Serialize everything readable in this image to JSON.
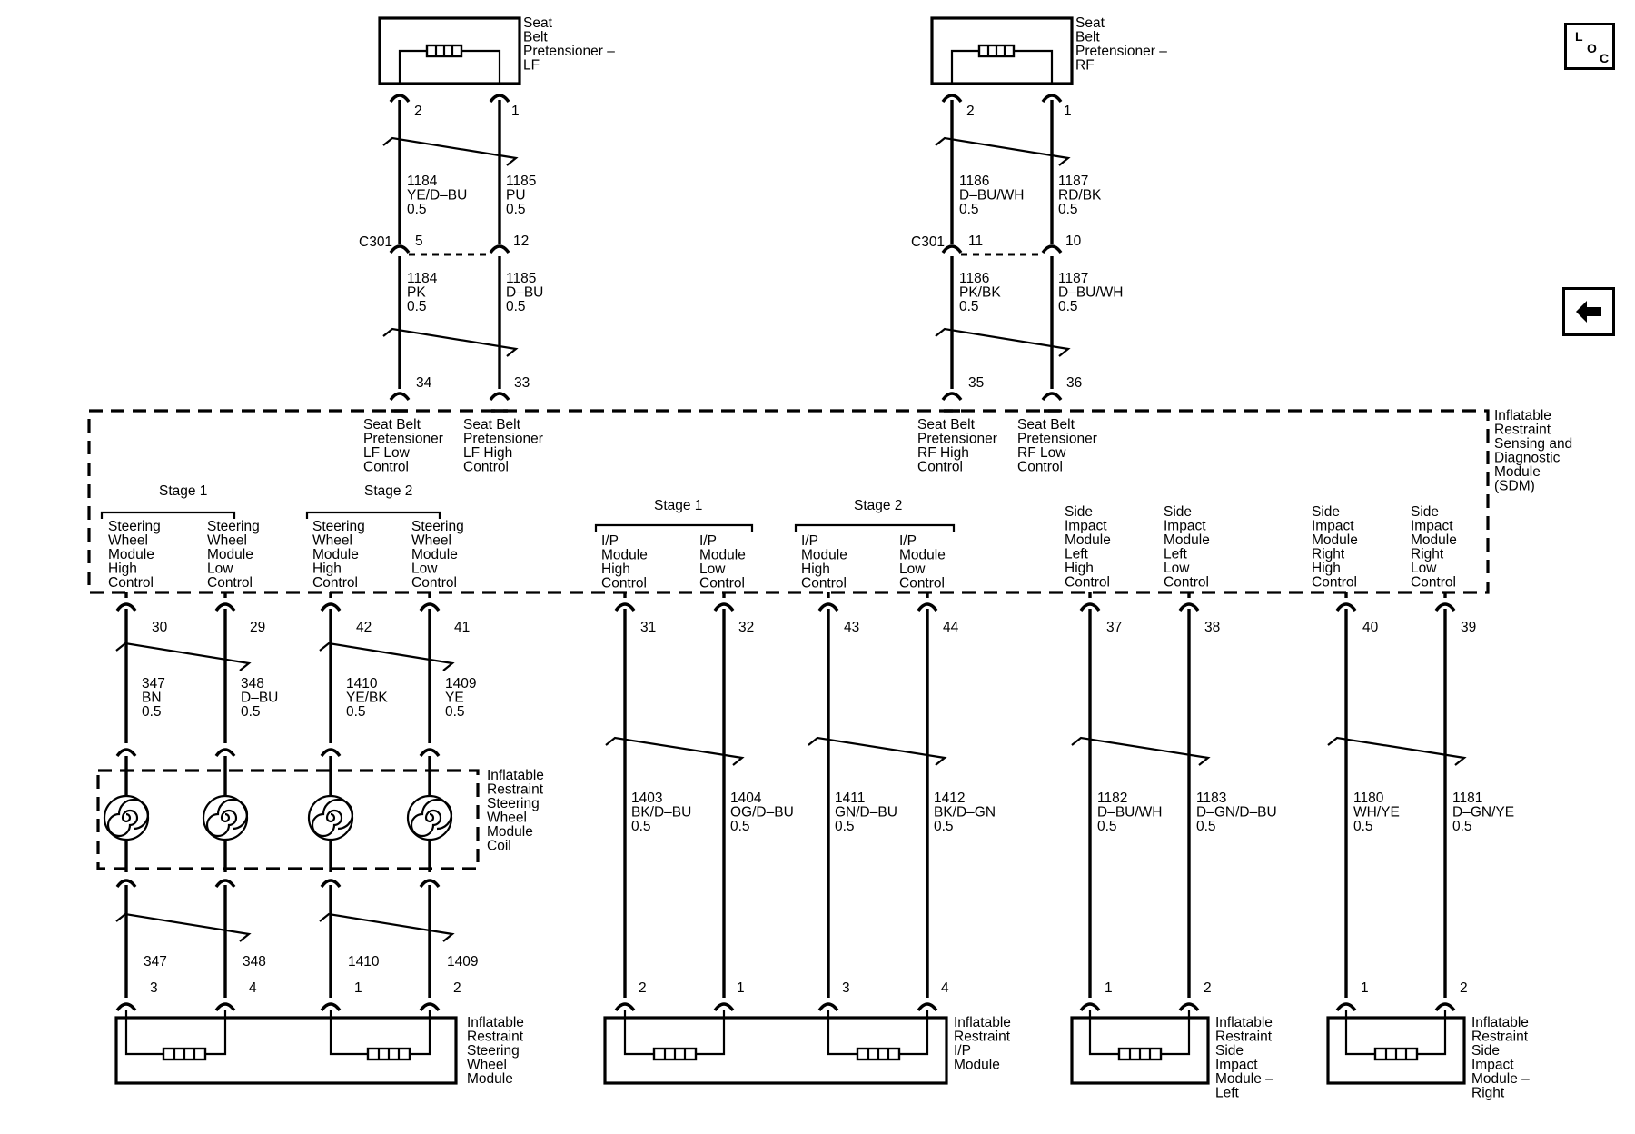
{
  "nav": {
    "loc_l": "L",
    "loc_o": "O",
    "loc_c": "C",
    "back_icon": "arrow-left-icon"
  },
  "sdm": {
    "label": [
      "Inflatable",
      "Restraint",
      "Sensing and",
      "Diagnostic",
      "Module",
      "(SDM)"
    ]
  },
  "components": {
    "pretensioner_lf": [
      "Seat",
      "Belt",
      "Pretensioner –",
      "LF"
    ],
    "pretensioner_rf": [
      "Seat",
      "Belt",
      "Pretensioner –",
      "RF"
    ],
    "steering_coil": [
      "Inflatable",
      "Restraint",
      "Steering",
      "Wheel",
      "Module",
      "Coil"
    ],
    "steering_module": [
      "Inflatable",
      "Restraint",
      "Steering",
      "Wheel",
      "Module"
    ],
    "ip_module": [
      "Inflatable",
      "Restraint",
      "I/P",
      "Module"
    ],
    "side_left": [
      "Inflatable",
      "Restraint",
      "Side",
      "Impact",
      "Module –",
      "Left"
    ],
    "side_right": [
      "Inflatable",
      "Restraint",
      "Side",
      "Impact",
      "Module –",
      "Right"
    ]
  },
  "connectors": {
    "c301_left": "C301",
    "c301_right": "C301"
  },
  "stages": [
    "Stage 1",
    "Stage 2",
    "Stage 1",
    "Stage 2"
  ],
  "sdm_pins_top": [
    [
      "Seat Belt",
      "Pretensioner",
      "LF Low",
      "Control"
    ],
    [
      "Seat Belt",
      "Pretensioner",
      "LF High",
      "Control"
    ],
    [
      "Seat Belt",
      "Pretensioner",
      "RF High",
      "Control"
    ],
    [
      "Seat Belt",
      "Pretensioner",
      "RF Low",
      "Control"
    ]
  ],
  "sdm_pins_bottom": [
    [
      "Steering",
      "Wheel",
      "Module",
      "High",
      "Control"
    ],
    [
      "Steering",
      "Wheel",
      "Module",
      "Low",
      "Control"
    ],
    [
      "Steering",
      "Wheel",
      "Module",
      "High",
      "Control"
    ],
    [
      "Steering",
      "Wheel",
      "Module",
      "Low",
      "Control"
    ],
    [
      "I/P",
      "Module",
      "High",
      "Control"
    ],
    [
      "I/P",
      "Module",
      "Low",
      "Control"
    ],
    [
      "I/P",
      "Module",
      "High",
      "Control"
    ],
    [
      "I/P",
      "Module",
      "Low",
      "Control"
    ],
    [
      "Side",
      "Impact",
      "Module",
      "Left",
      "High",
      "Control"
    ],
    [
      "Side",
      "Impact",
      "Module",
      "Left",
      "Low",
      "Control"
    ],
    [
      "Side",
      "Impact",
      "Module",
      "Right",
      "High",
      "Control"
    ],
    [
      "Side",
      "Impact",
      "Module",
      "Right",
      "Low",
      "Control"
    ]
  ],
  "pins": {
    "lf_pret": [
      "2",
      "1"
    ],
    "rf_pret": [
      "2",
      "1"
    ],
    "c301_lf": [
      "5",
      "12"
    ],
    "c301_rf": [
      "11",
      "10"
    ],
    "sdm_top": [
      "34",
      "33",
      "35",
      "36"
    ],
    "sdm_bottom": [
      "30",
      "29",
      "42",
      "41",
      "31",
      "32",
      "43",
      "44",
      "37",
      "38",
      "40",
      "39"
    ],
    "steer_module": [
      "3",
      "4",
      "1",
      "2"
    ],
    "ip_module": [
      "2",
      "1",
      "3",
      "4"
    ],
    "side_left": [
      "1",
      "2"
    ],
    "side_right": [
      "1",
      "2"
    ]
  },
  "wires": {
    "lf_upper": [
      [
        "1184",
        "YE/D–BU",
        "0.5"
      ],
      [
        "1185",
        "PU",
        "0.5"
      ]
    ],
    "lf_lower": [
      [
        "1184",
        "PK",
        "0.5"
      ],
      [
        "1185",
        "D–BU",
        "0.5"
      ]
    ],
    "rf_upper": [
      [
        "1186",
        "D–BU/WH",
        "0.5"
      ],
      [
        "1187",
        "RD/BK",
        "0.5"
      ]
    ],
    "rf_lower": [
      [
        "1186",
        "PK/BK",
        "0.5"
      ],
      [
        "1187",
        "D–BU/WH",
        "0.5"
      ]
    ],
    "steer_upper": [
      [
        "347",
        "BN",
        "0.5"
      ],
      [
        "348",
        "D–BU",
        "0.5"
      ],
      [
        "1410",
        "YE/BK",
        "0.5"
      ],
      [
        "1409",
        "YE",
        "0.5"
      ]
    ],
    "steer_lower": [
      "347",
      "348",
      "1410",
      "1409"
    ],
    "ip": [
      [
        "1403",
        "BK/D–BU",
        "0.5"
      ],
      [
        "1404",
        "OG/D–BU",
        "0.5"
      ],
      [
        "1411",
        "GN/D–BU",
        "0.5"
      ],
      [
        "1412",
        "BK/D–GN",
        "0.5"
      ]
    ],
    "side_left": [
      [
        "1182",
        "D–BU/WH",
        "0.5"
      ],
      [
        "1183",
        "D–GN/D–BU",
        "0.5"
      ]
    ],
    "side_right": [
      [
        "1180",
        "WH/YE",
        "0.5"
      ],
      [
        "1181",
        "D–GN/YE",
        "0.5"
      ]
    ]
  }
}
